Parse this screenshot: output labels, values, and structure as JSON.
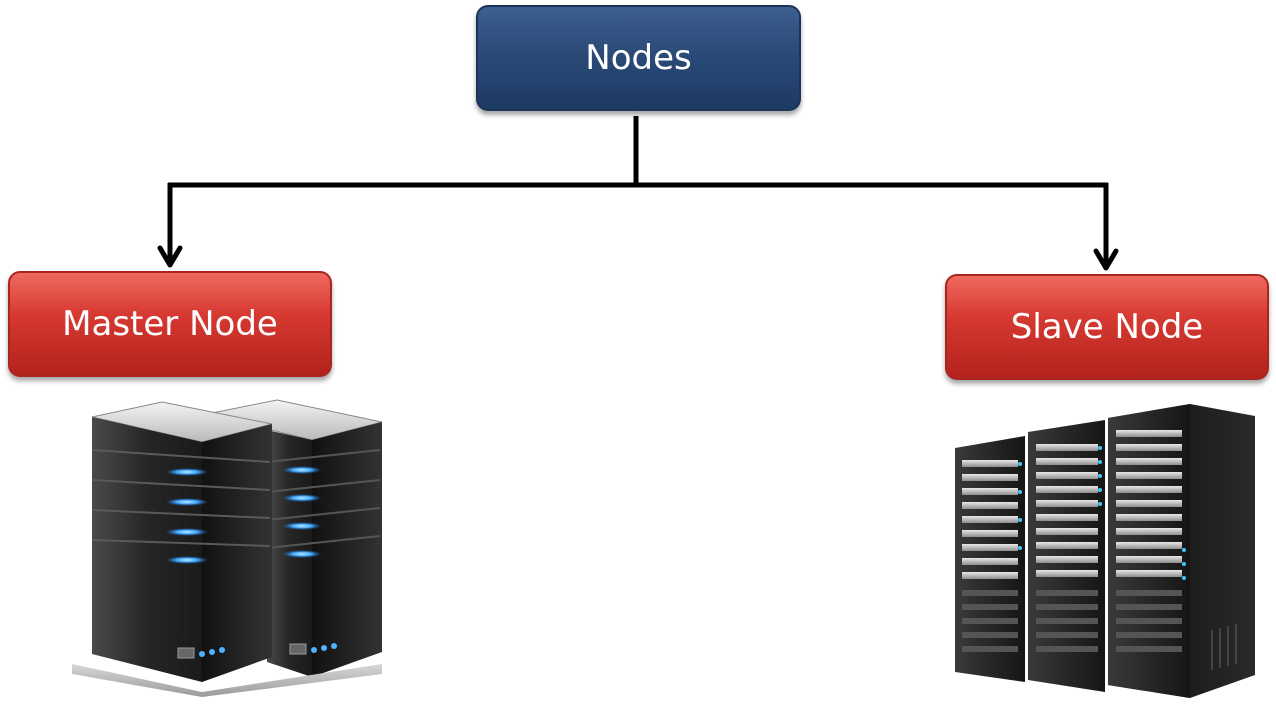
{
  "diagram": {
    "root": {
      "label": "Nodes"
    },
    "children": [
      {
        "id": "master",
        "label": "Master Node",
        "image": "tower-servers-icon"
      },
      {
        "id": "slave",
        "label": "Slave Node",
        "image": "server-rack-icon"
      }
    ],
    "colors": {
      "root_fill": "#2b4a78",
      "child_fill": "#d63a32",
      "connector": "#000000",
      "text": "#ffffff"
    }
  }
}
